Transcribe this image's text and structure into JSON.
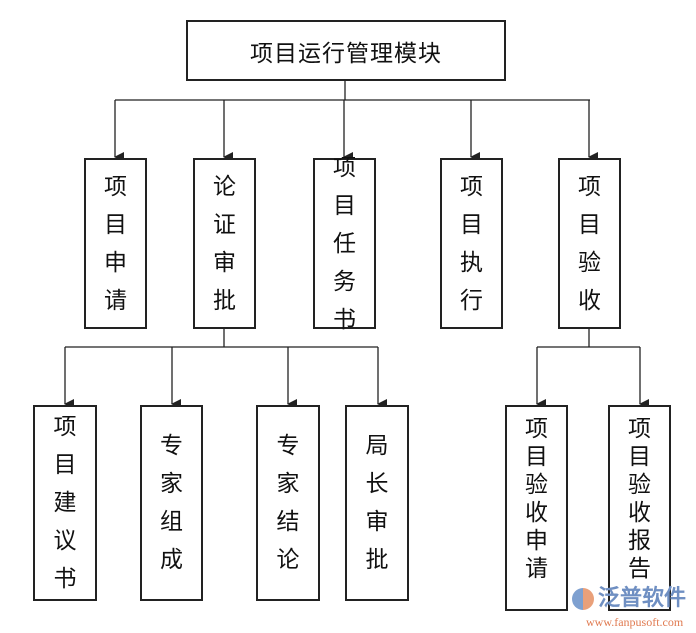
{
  "root": {
    "label": "项目运行管理模块"
  },
  "level2": [
    {
      "label": "项目申请"
    },
    {
      "label": "论证审批"
    },
    {
      "label": "项目任务书"
    },
    {
      "label": "项目执行"
    },
    {
      "label": "项目验收"
    }
  ],
  "approval_children": [
    {
      "label": "项目建议书"
    },
    {
      "label": "专家组成"
    },
    {
      "label": "专家结论"
    },
    {
      "label": "局长审批"
    }
  ],
  "acceptance_children": [
    {
      "label": "项目验收申请"
    },
    {
      "label": "项目验收报告"
    }
  ],
  "watermark": {
    "text": "泛普软件",
    "url": "www.fanpusoft.com"
  },
  "colors": {
    "line": "#222222",
    "watermark_blue": "#6f8fc2",
    "watermark_orange": "#e07a50"
  }
}
